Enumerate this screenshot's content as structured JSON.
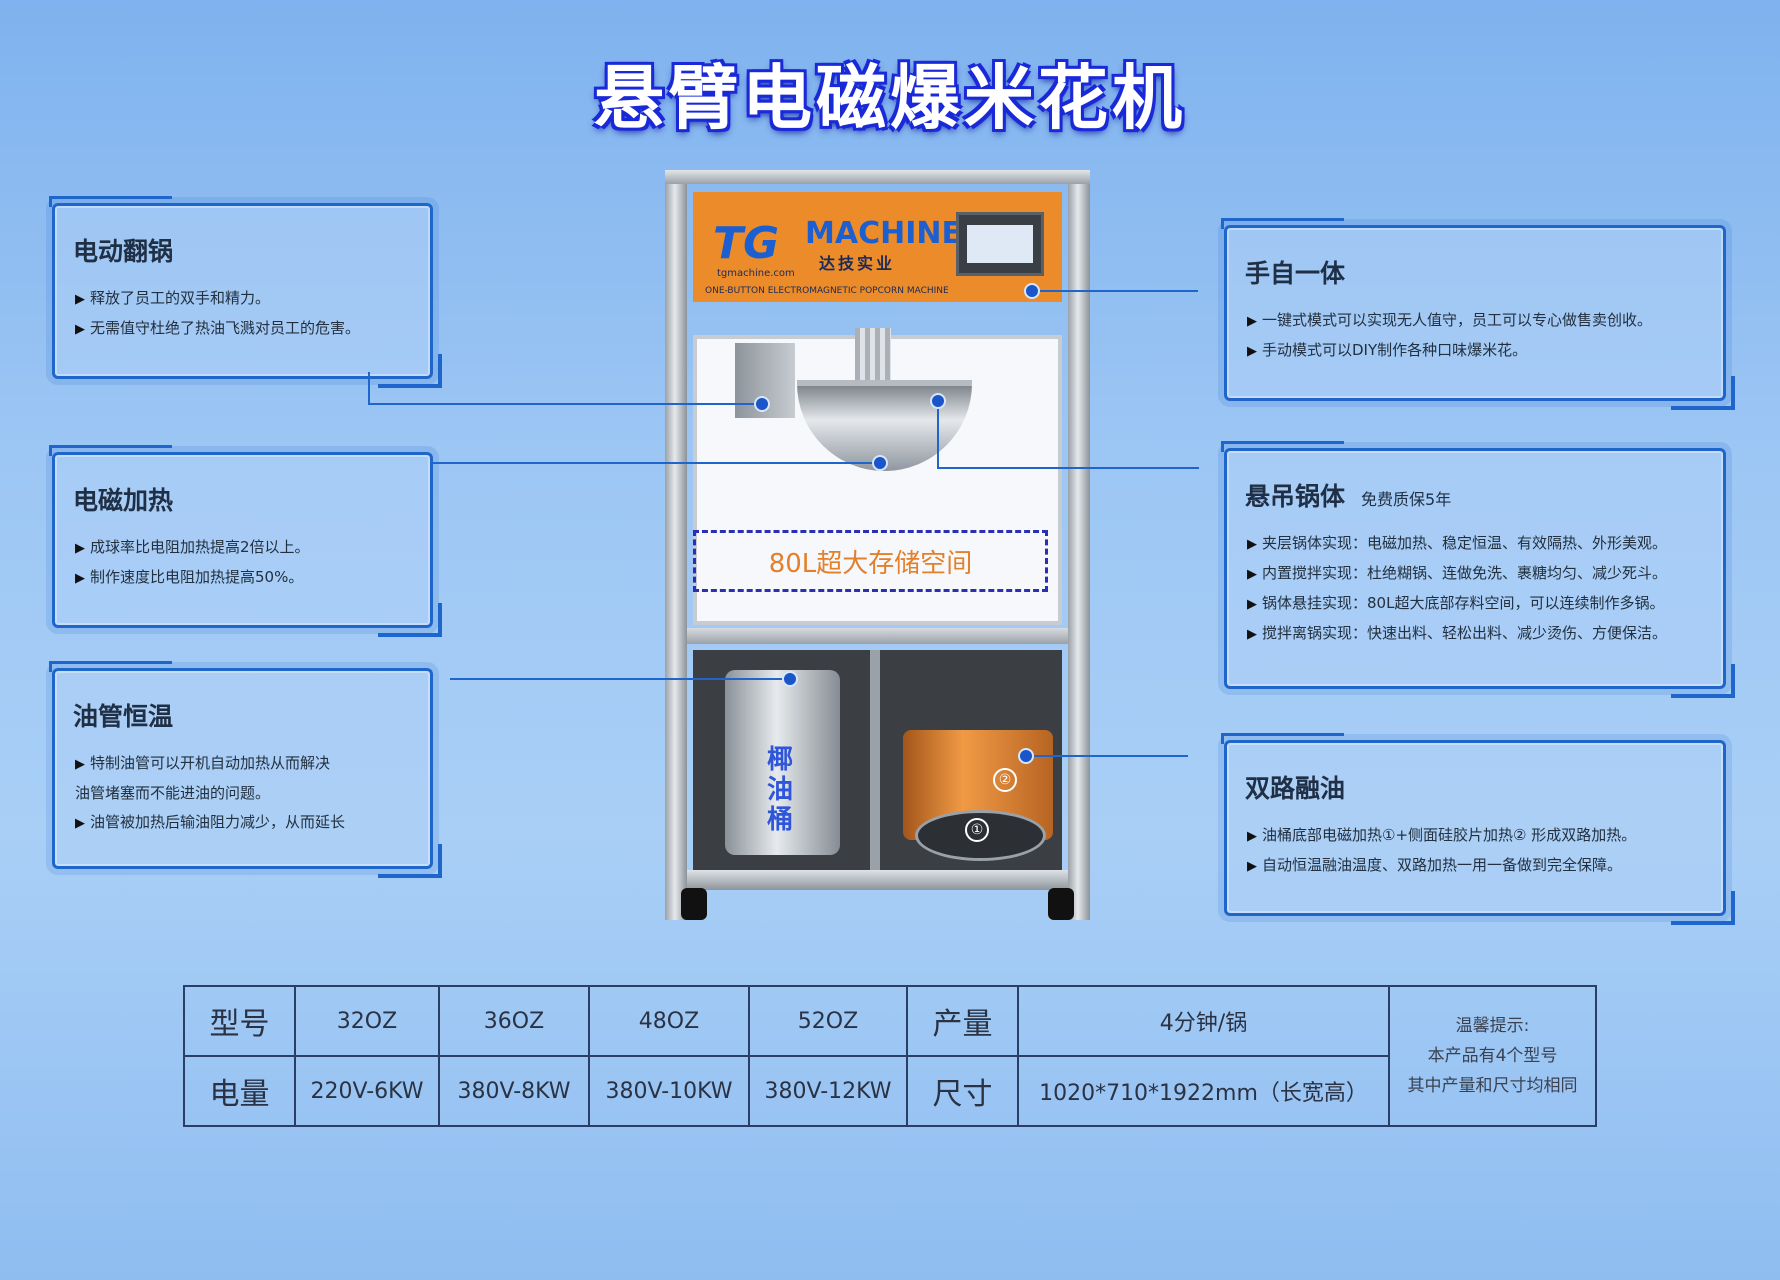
{
  "title": "悬臂电磁爆米花机",
  "cards": {
    "flip": {
      "title": "电动翻锅",
      "items": [
        "释放了员工的双手和精力。",
        "无需值守杜绝了热油飞溅对员工的危害。"
      ]
    },
    "induction": {
      "title": "电磁加热",
      "items": [
        "成球率比电阻加热提高2倍以上。",
        "制作速度比电阻加热提高50%。"
      ]
    },
    "oil_pipe": {
      "title": "油管恒温",
      "items": [
        "特制油管可以开机自动加热从而解决",
        "油管堵塞而不能进油的问题。",
        "油管被加热后输油阻力减少，从而延长"
      ]
    },
    "manual_auto": {
      "title": "手自一体",
      "items": [
        "一键式模式可以实现无人值守，员工可以专心做售卖创收。",
        "手动模式可以DIY制作各种口味爆米花。"
      ]
    },
    "hanging_pot": {
      "title": "悬吊锅体",
      "subtitle": "免费质保5年",
      "items": [
        "夹层锅体实现：电磁加热、稳定恒温、有效隔热、外形美观。",
        "内置搅拌实现：杜绝糊锅、连做免洗、裹糖均匀、减少死斗。",
        "锅体悬挂实现：80L超大底部存料空间，可以连续制作多锅。",
        "搅拌离锅实现：快速出料、轻松出料、减少烫伤、方便保洁。"
      ]
    },
    "dual_melt": {
      "title": "双路融油",
      "items": [
        "油桶底部电磁加热①+侧面硅胶片加热② 形成双路加热。",
        "自动恒温融油温度、双路加热一用一备做到完全保障。"
      ]
    }
  },
  "machine": {
    "brand_tg": "TG",
    "brand_machine": "MACHINE",
    "brand_cn": "达技实业",
    "url": "tgmachine.com",
    "tagline": "ONE-BUTTON ELECTROMAGNETIC POPCORN MACHINE",
    "storage_label": "80L超大存储空间",
    "bucket_label": "椰油桶",
    "marker_1": "①",
    "marker_2": "②"
  },
  "specs": {
    "model_label": "型号",
    "power_label": "电量",
    "output_label": "产量",
    "size_label": "尺寸",
    "models": [
      "32OZ",
      "36OZ",
      "48OZ",
      "52OZ"
    ],
    "powers": [
      "220V-6KW",
      "380V-8KW",
      "380V-10KW",
      "380V-12KW"
    ],
    "output": "4分钟/锅",
    "size": "1020*710*1922mm（长宽高）",
    "tip_title": "温馨提示:",
    "tip_line1": "本产品有4个型号",
    "tip_line2": "其中产量和尺寸均相同"
  },
  "colors": {
    "accent": "#1f66cc",
    "panel_orange": "#ec8b2a",
    "title_outline": "#1b2ad8"
  }
}
